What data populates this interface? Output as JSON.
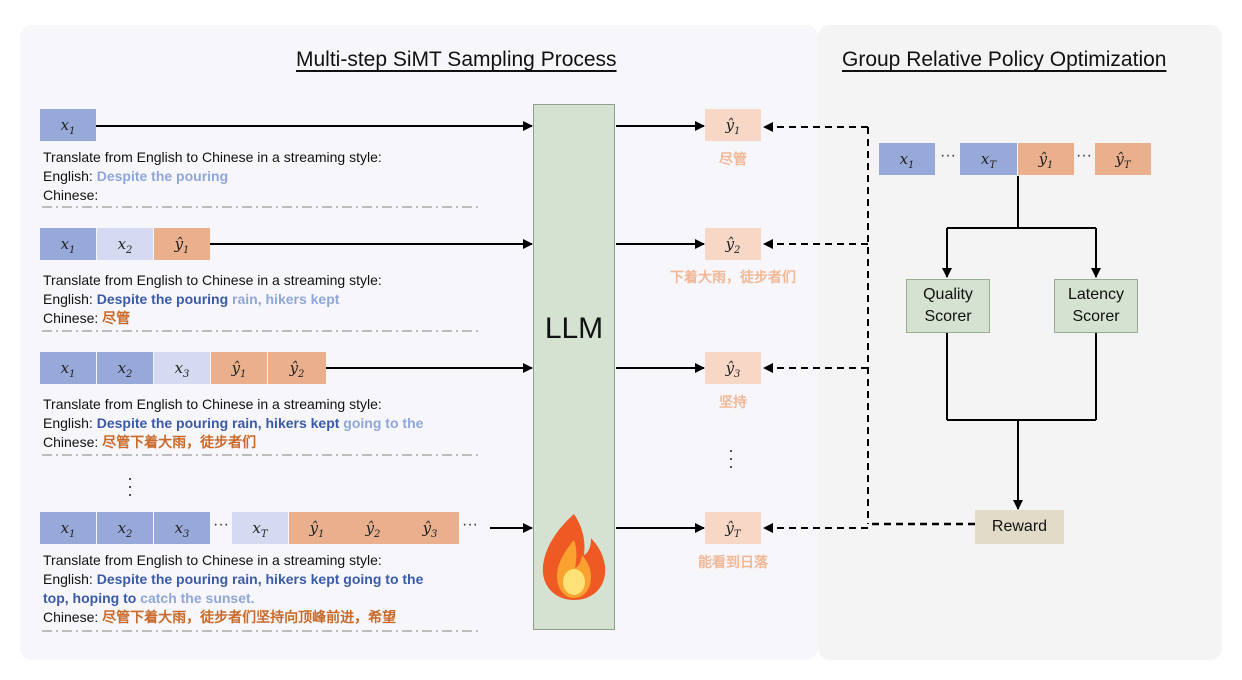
{
  "headings": {
    "left": "Multi-step SiMT Sampling Process",
    "right": "Group Relative Policy Optimization"
  },
  "prompt_line": "Translate from English to Chinese in a streaming style:",
  "english_label": "English: ",
  "chinese_label": "Chinese: ",
  "steps": [
    {
      "english_old": "",
      "english_new": "Despite the pouring",
      "chinese": ""
    },
    {
      "english_old": "Despite the pouring",
      "english_new": " rain, hikers kept",
      "chinese": "尽管"
    },
    {
      "english_old": "Despite the pouring rain, hikers kept",
      "english_new": " going to the",
      "chinese": "尽管下着大雨，徒步者们"
    },
    {
      "english_old_1": "Despite the pouring rain, hikers kept going to the",
      "english_old_2": "top, hoping to",
      "english_new": " catch the sunset.",
      "chinese": "尽管下着大雨，徒步者们坚持向顶峰前进，希望"
    }
  ],
  "outputs": [
    "尽管",
    "下着大雨，徒步者们",
    "坚持",
    "能看到日落"
  ],
  "llm_label": "LLM",
  "grpo": {
    "quality_scorer": [
      "Quality",
      "Scorer"
    ],
    "latency_scorer": [
      "Latency",
      "Scorer"
    ],
    "reward": "Reward"
  },
  "colors": {
    "source_token": "#97a9d8",
    "new_source_token": "#d5daf0",
    "target_token": "#eab08e",
    "output_token": "#f7d8c6",
    "llm_box": "#d6e2d1",
    "reward_box": "#e1dbc7"
  },
  "icons": [
    "fire-icon"
  ]
}
